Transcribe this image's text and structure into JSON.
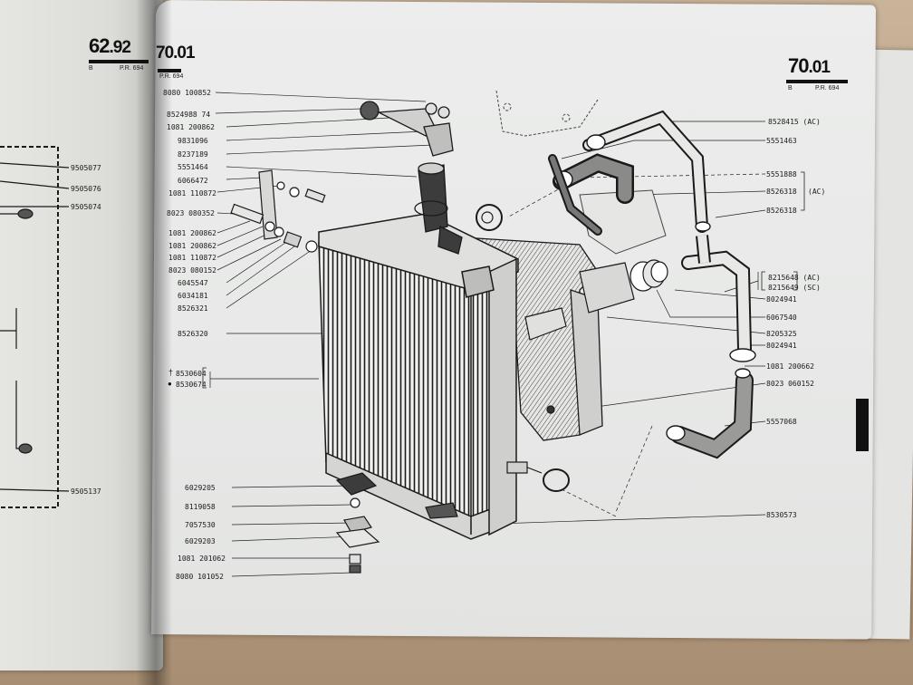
{
  "left_page": {
    "page_number_big": "62",
    "page_number_small": ".92",
    "page_sub_left": "B",
    "page_sub_right": "P.R. 694",
    "labels": [
      "9505077",
      "9505076",
      "9505074",
      "9505137"
    ]
  },
  "right_page": {
    "overlap_number": "70.01",
    "overlap_sub": "P.R. 694",
    "page_number_big": "70",
    "page_number_small": ".01",
    "page_sub_left": "B",
    "page_sub_right": "P.R. 694",
    "left_labels": [
      "8080 100852",
      "8524988 74",
      "1081 200862",
      "9831096",
      "8237189",
      "5551464",
      "6066472",
      "1081 110872",
      "8023 080352",
      "1081 200862",
      "1081 200862",
      "1081 110872",
      "8023 080152",
      "6045547",
      "6034181",
      "8526321",
      "8526320",
      "8530604",
      "8530674",
      "6029205",
      "8119058",
      "7057530",
      "6029203",
      "1081 201062",
      "8080 101052"
    ],
    "right_labels": [
      "8528415 (AC)",
      "5551463",
      "5551888",
      "8526318",
      "8526318",
      "8215648 (AC)",
      "8215649 (SC)",
      "8024941",
      "6067540",
      "8205325",
      "8024941",
      "1081 200662",
      "8023 060152",
      "5557068",
      "8530573"
    ],
    "bracket_note": "(AC)",
    "symbol_dagger": "†",
    "symbol_dot": "●"
  },
  "colors": {
    "paper": "#e8e9e8",
    "ink": "#1a1a1a",
    "table": "#b79f84"
  }
}
